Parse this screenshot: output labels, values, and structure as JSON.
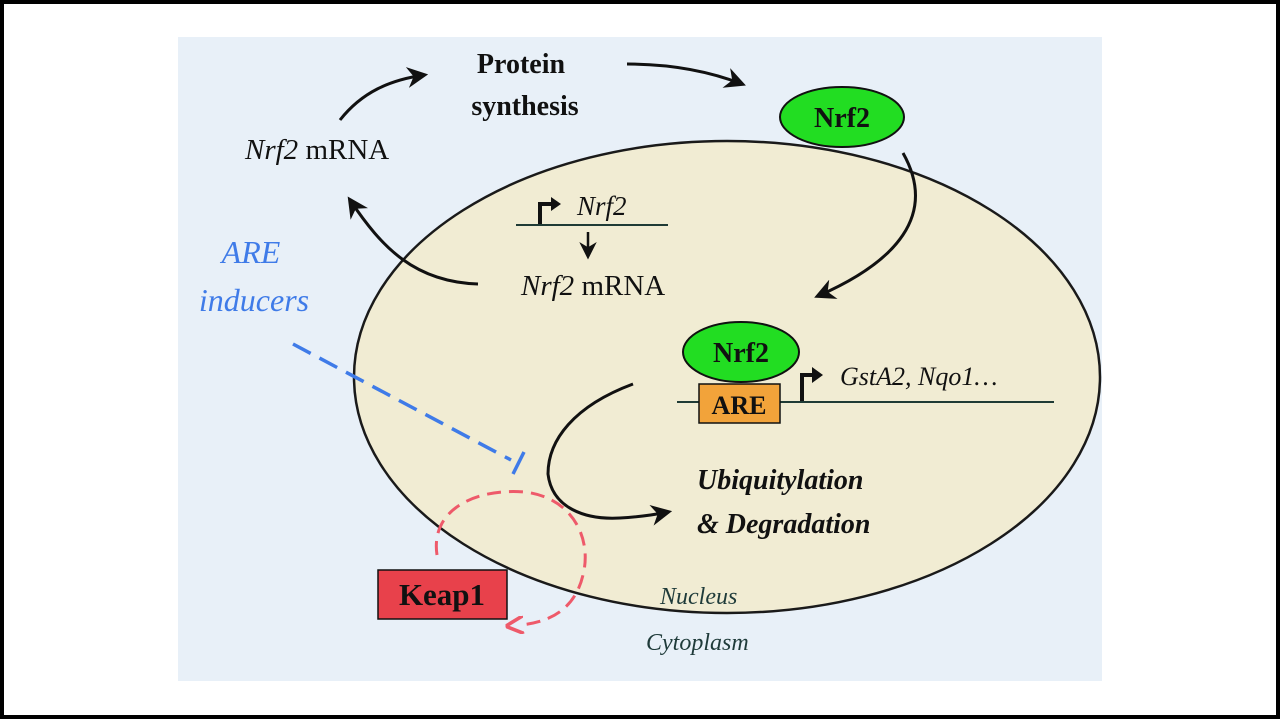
{
  "diagram": {
    "protein_synthesis_line1": "Protein",
    "protein_synthesis_line2": "synthesis",
    "nrf2_mrna_cytoplasm_gene": "Nrf2",
    "nrf2_mrna_cytoplasm_suffix": " mRNA",
    "nrf2_protein_cytoplasm": "Nrf2",
    "nuclear_gene_label": "Nrf2",
    "nrf2_mrna_nucleus_gene": "Nrf2",
    "nrf2_mrna_nucleus_suffix": " mRNA",
    "are_inducers_line1": "ARE",
    "are_inducers_line2": "inducers",
    "nrf2_protein_nucleus": "Nrf2",
    "are_box": "ARE",
    "target_genes": "GstA2, Nqo1…",
    "ubiquitylation_line1": "Ubiquitylation",
    "ubiquitylation_line2": "& Degradation",
    "keap1": "Keap1",
    "nucleus_label": "Nucleus",
    "cytoplasm_label": "Cytoplasm"
  },
  "colors": {
    "cytoplasm_bg": "#e8f0f8",
    "nucleus_fill": "#f1ecd3",
    "nrf2_green": "#22dd22",
    "are_orange": "#f2a33a",
    "keap1_red": "#e8414b",
    "inducer_blue": "#3f7be8",
    "dashed_red": "#ee5a6a"
  }
}
